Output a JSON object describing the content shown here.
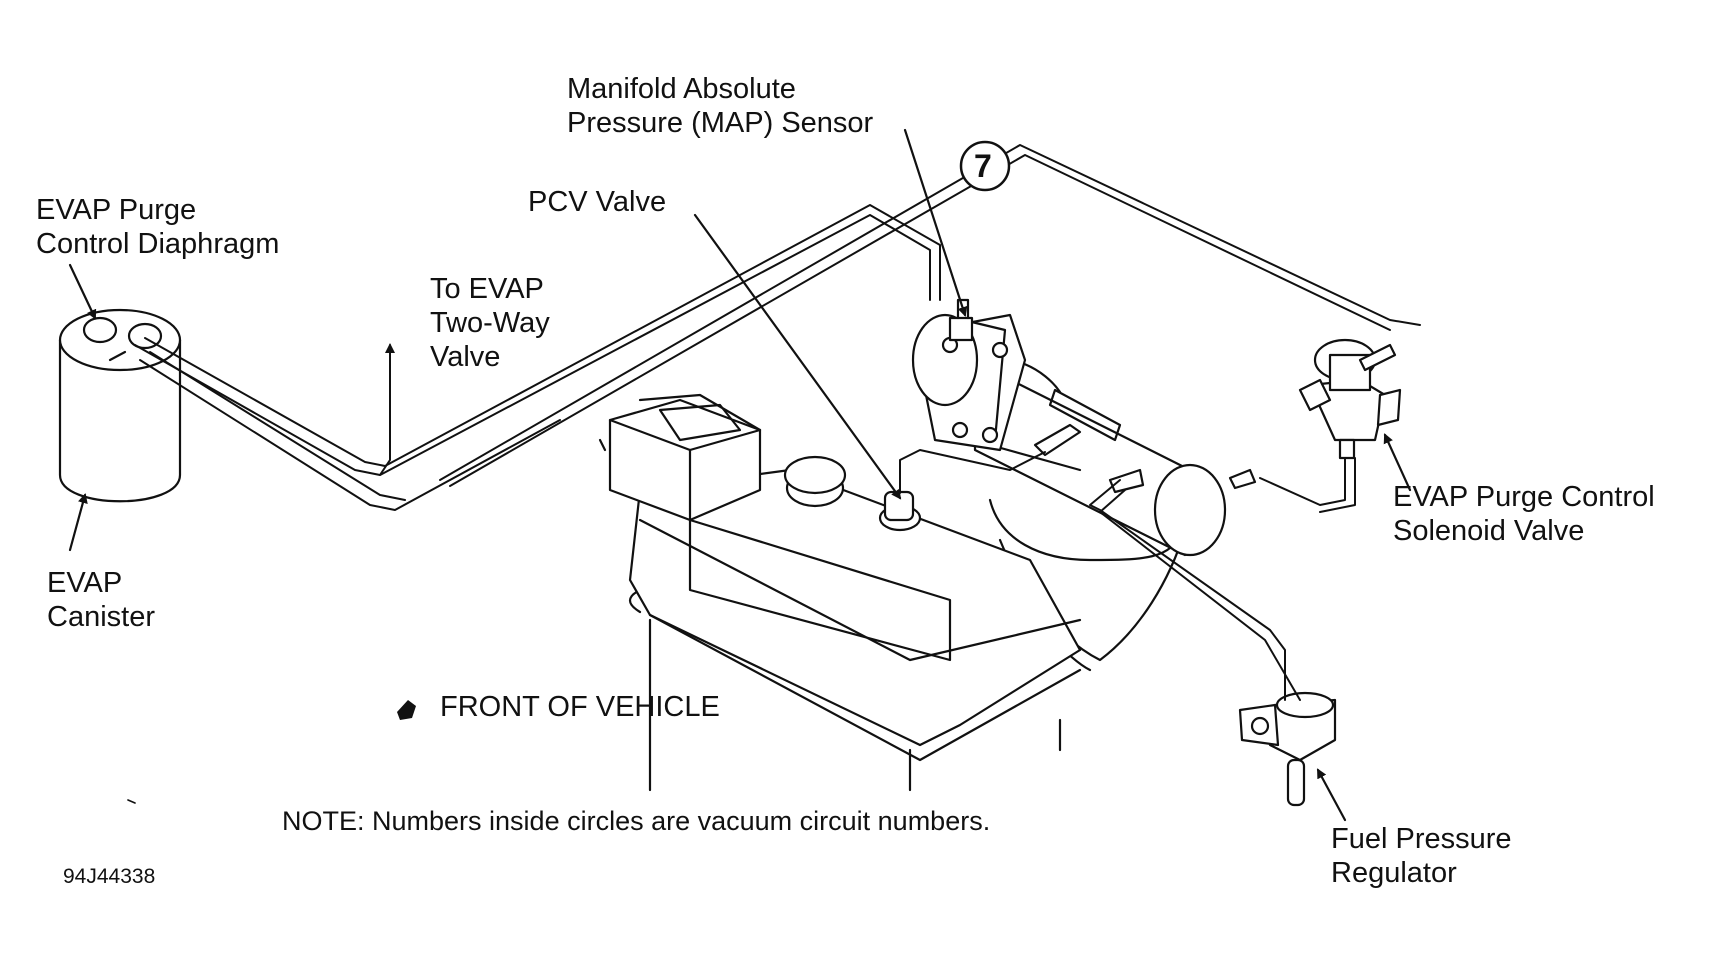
{
  "labels": {
    "map_sensor": [
      "Manifold Absolute",
      "Pressure (MAP) Sensor"
    ],
    "evap_purge_diaphragm": [
      "EVAP Purge",
      "Control Diaphragm"
    ],
    "pcv_valve": "PCV Valve",
    "to_evap_two_way": [
      "To EVAP",
      "Two-Way",
      "Valve"
    ],
    "evap_canister": [
      "EVAP",
      "Canister"
    ],
    "evap_purge_solenoid": [
      "EVAP Purge Control",
      "Solenoid Valve"
    ],
    "fuel_pressure_regulator": [
      "Fuel Pressure",
      "Regulator"
    ],
    "front_of_vehicle": "FRONT OF VEHICLE",
    "note": "NOTE: Numbers inside circles are vacuum circuit numbers.",
    "figure_id": "94J44338",
    "circuit_number": "7"
  },
  "colors": {
    "ink": "#111111",
    "paper": "#ffffff"
  }
}
